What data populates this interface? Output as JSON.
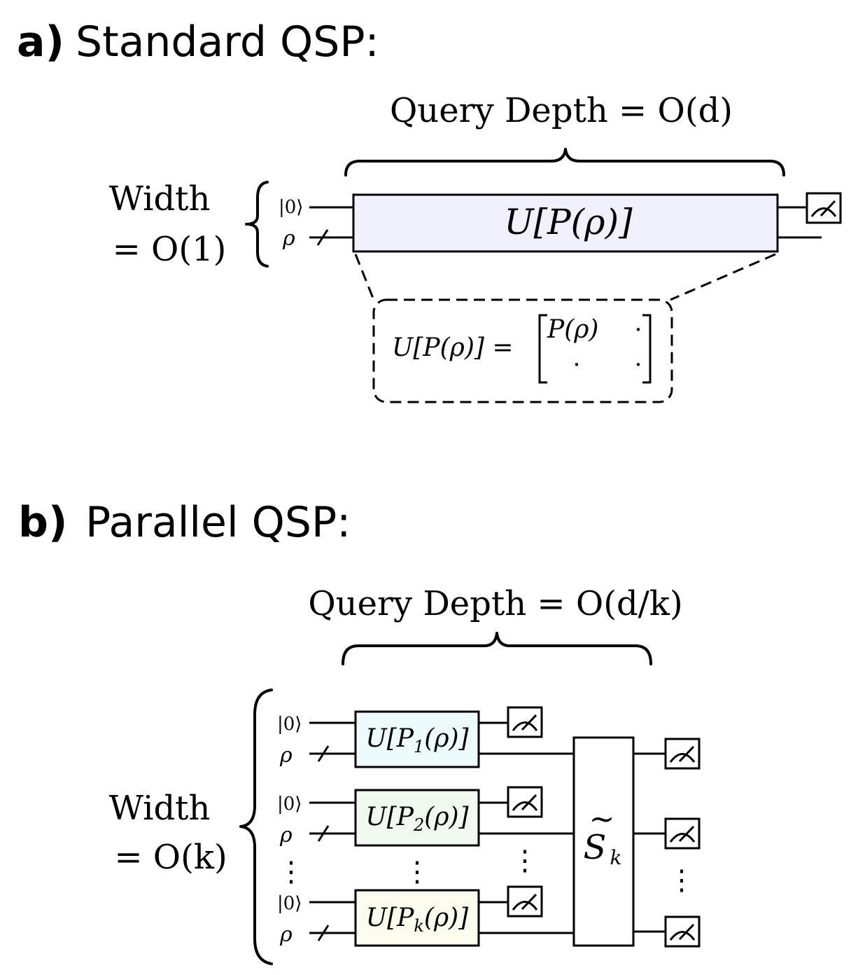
{
  "panel_a": {
    "letter": "a)",
    "title": "Standard QSP:",
    "depth_label": "Query Depth = O(d)",
    "width_label_line1": "Width",
    "width_label_line2": "= O(1)",
    "ket_label": "|0⟩",
    "rho_label": "ρ",
    "gate_label": "U[P(ρ)]",
    "zoom": {
      "lhs": "U[P(ρ)] =",
      "entry_tl": "P(ρ)",
      "entry_tr": "·",
      "entry_bl": "·",
      "entry_br": "·"
    },
    "gate_fill": "#f1f1fd",
    "zoom_fill": "#f4f4f4"
  },
  "panel_b": {
    "letter": "b)",
    "title": "Parallel QSP:",
    "depth_label": "Query Depth = O(d/k)",
    "width_label_line1": "Width",
    "width_label_line2": "= O(k)",
    "ket_label": "|0⟩",
    "rho_label": "ρ",
    "gates": [
      {
        "prefix": "U[P",
        "sub": "1",
        "suffix": "(ρ)]",
        "fill": "#eefbfc"
      },
      {
        "prefix": "U[P",
        "sub": "2",
        "suffix": "(ρ)]",
        "fill": "#f0f9ee"
      },
      {
        "prefix": "U[P",
        "sub": "k",
        "suffix": "(ρ)]",
        "fill": "#fbfbee"
      }
    ],
    "vdots": "⋮",
    "combiner": {
      "main": "S",
      "tilde": "~",
      "sub": "k"
    }
  },
  "icons": {
    "measure": "meter-icon",
    "register": "slash-icon",
    "brace": "curly-brace-icon"
  }
}
